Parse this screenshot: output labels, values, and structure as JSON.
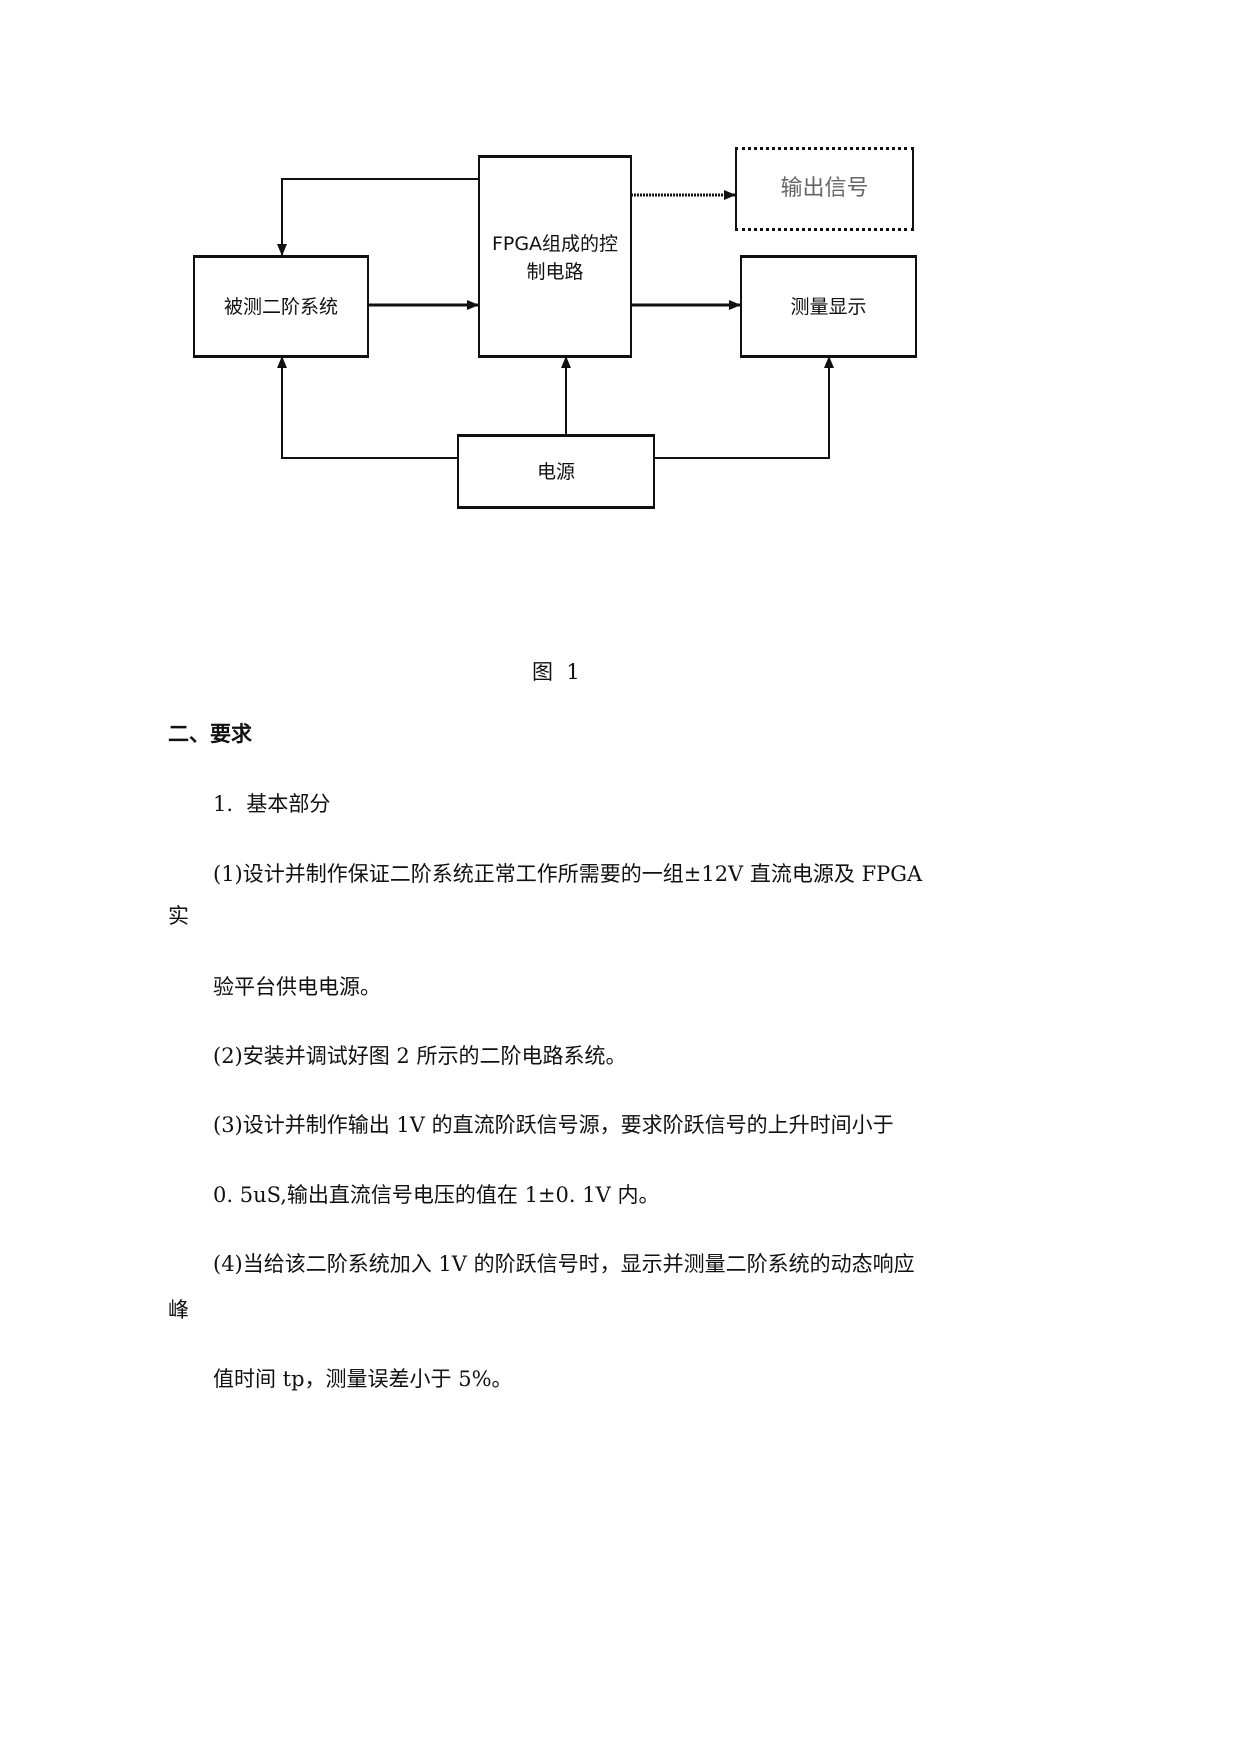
{
  "figure": {
    "blocks": {
      "system": "被测二阶系统",
      "fpga": "FPGA组成的控制电路",
      "output": "输出信号",
      "display": "测量显示",
      "power": "电源"
    },
    "caption": "图  1"
  },
  "section": {
    "heading": "二、要求",
    "subheading": "1.  基本部分",
    "lines": [
      "(1)设计并制作保证二阶系统正常工作所需要的一组±12V 直流电源及 FPGA",
      "实",
      "验平台供电电源。",
      "(2)安装并调试好图 2 所示的二阶电路系统。",
      "(3)设计并制作输出 1V 的直流阶跃信号源，要求阶跃信号的上升时间小于",
      "0. 5uS,输出直流信号电压的值在 1±0. 1V 内。",
      "(4)当给该二阶系统加入 1V 的阶跃信号时，显示并测量二阶系统的动态响应",
      "峰",
      "值时间 tp，测量误差小于 5%。"
    ]
  }
}
